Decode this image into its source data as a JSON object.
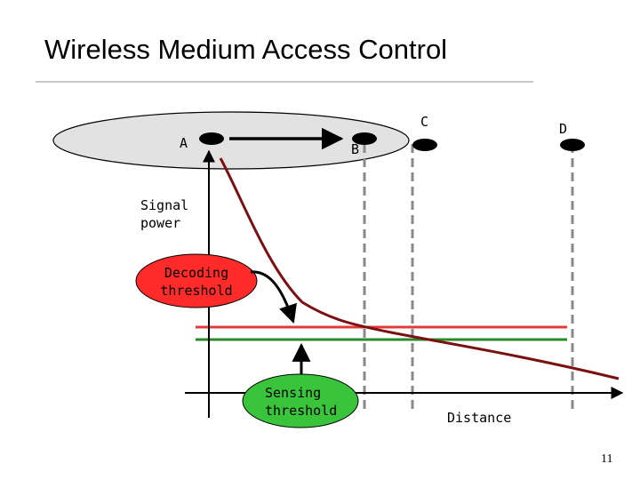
{
  "slide": {
    "title": "Wireless Medium Access Control",
    "page_number": "11"
  },
  "nodes": {
    "a": "A",
    "b": "B",
    "c": "C",
    "d": "D"
  },
  "axes": {
    "y_label_line1": "Signal",
    "y_label_line2": "power",
    "x_label": "Distance"
  },
  "callouts": {
    "decoding_line1": "Decoding",
    "decoding_line2": "threshold",
    "sensing_line1": "Sensing",
    "sensing_line2": "threshold"
  },
  "colors": {
    "signal_curve": "#7a1010",
    "decoding_threshold": "#e23b3b",
    "sensing_threshold": "#2a8a2a",
    "decoding_bubble": "#ff2a2a",
    "sensing_bubble": "#39c43c",
    "range_ellipse": "#e2e2e2"
  }
}
